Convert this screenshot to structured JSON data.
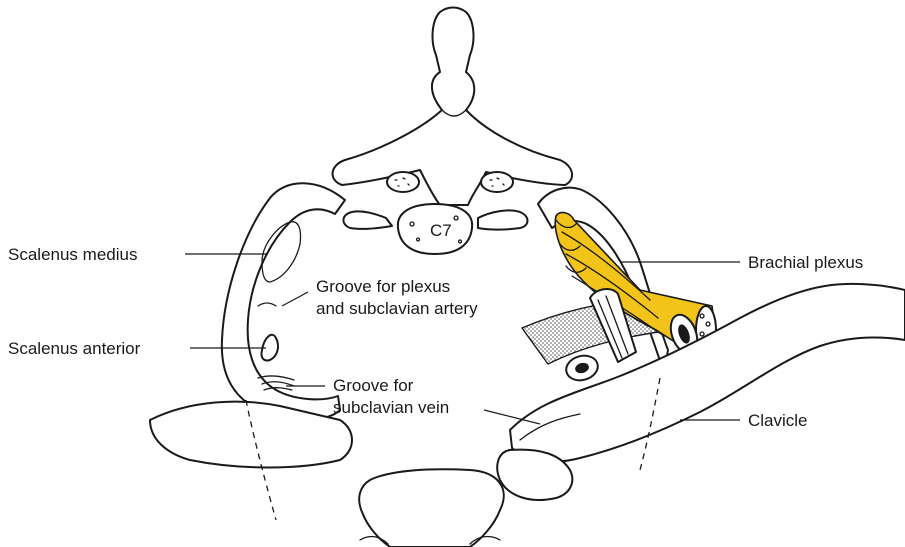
{
  "labels": {
    "scalenus_medius": "Scalenus medius",
    "scalenus_anterior": "Scalenus anterior",
    "groove_plexus_line1": "Groove for plexus",
    "groove_plexus_line2": "and subclavian artery",
    "groove_vein_line1": "Groove for",
    "groove_vein_line2": "subclavian vein",
    "brachial_plexus": "Brachial plexus",
    "clavicle": "Clavicle",
    "vertebra": "C7"
  },
  "colors": {
    "plexus_fill": "#f2c318",
    "line": "#1a1a1a",
    "background": "#ffffff"
  }
}
